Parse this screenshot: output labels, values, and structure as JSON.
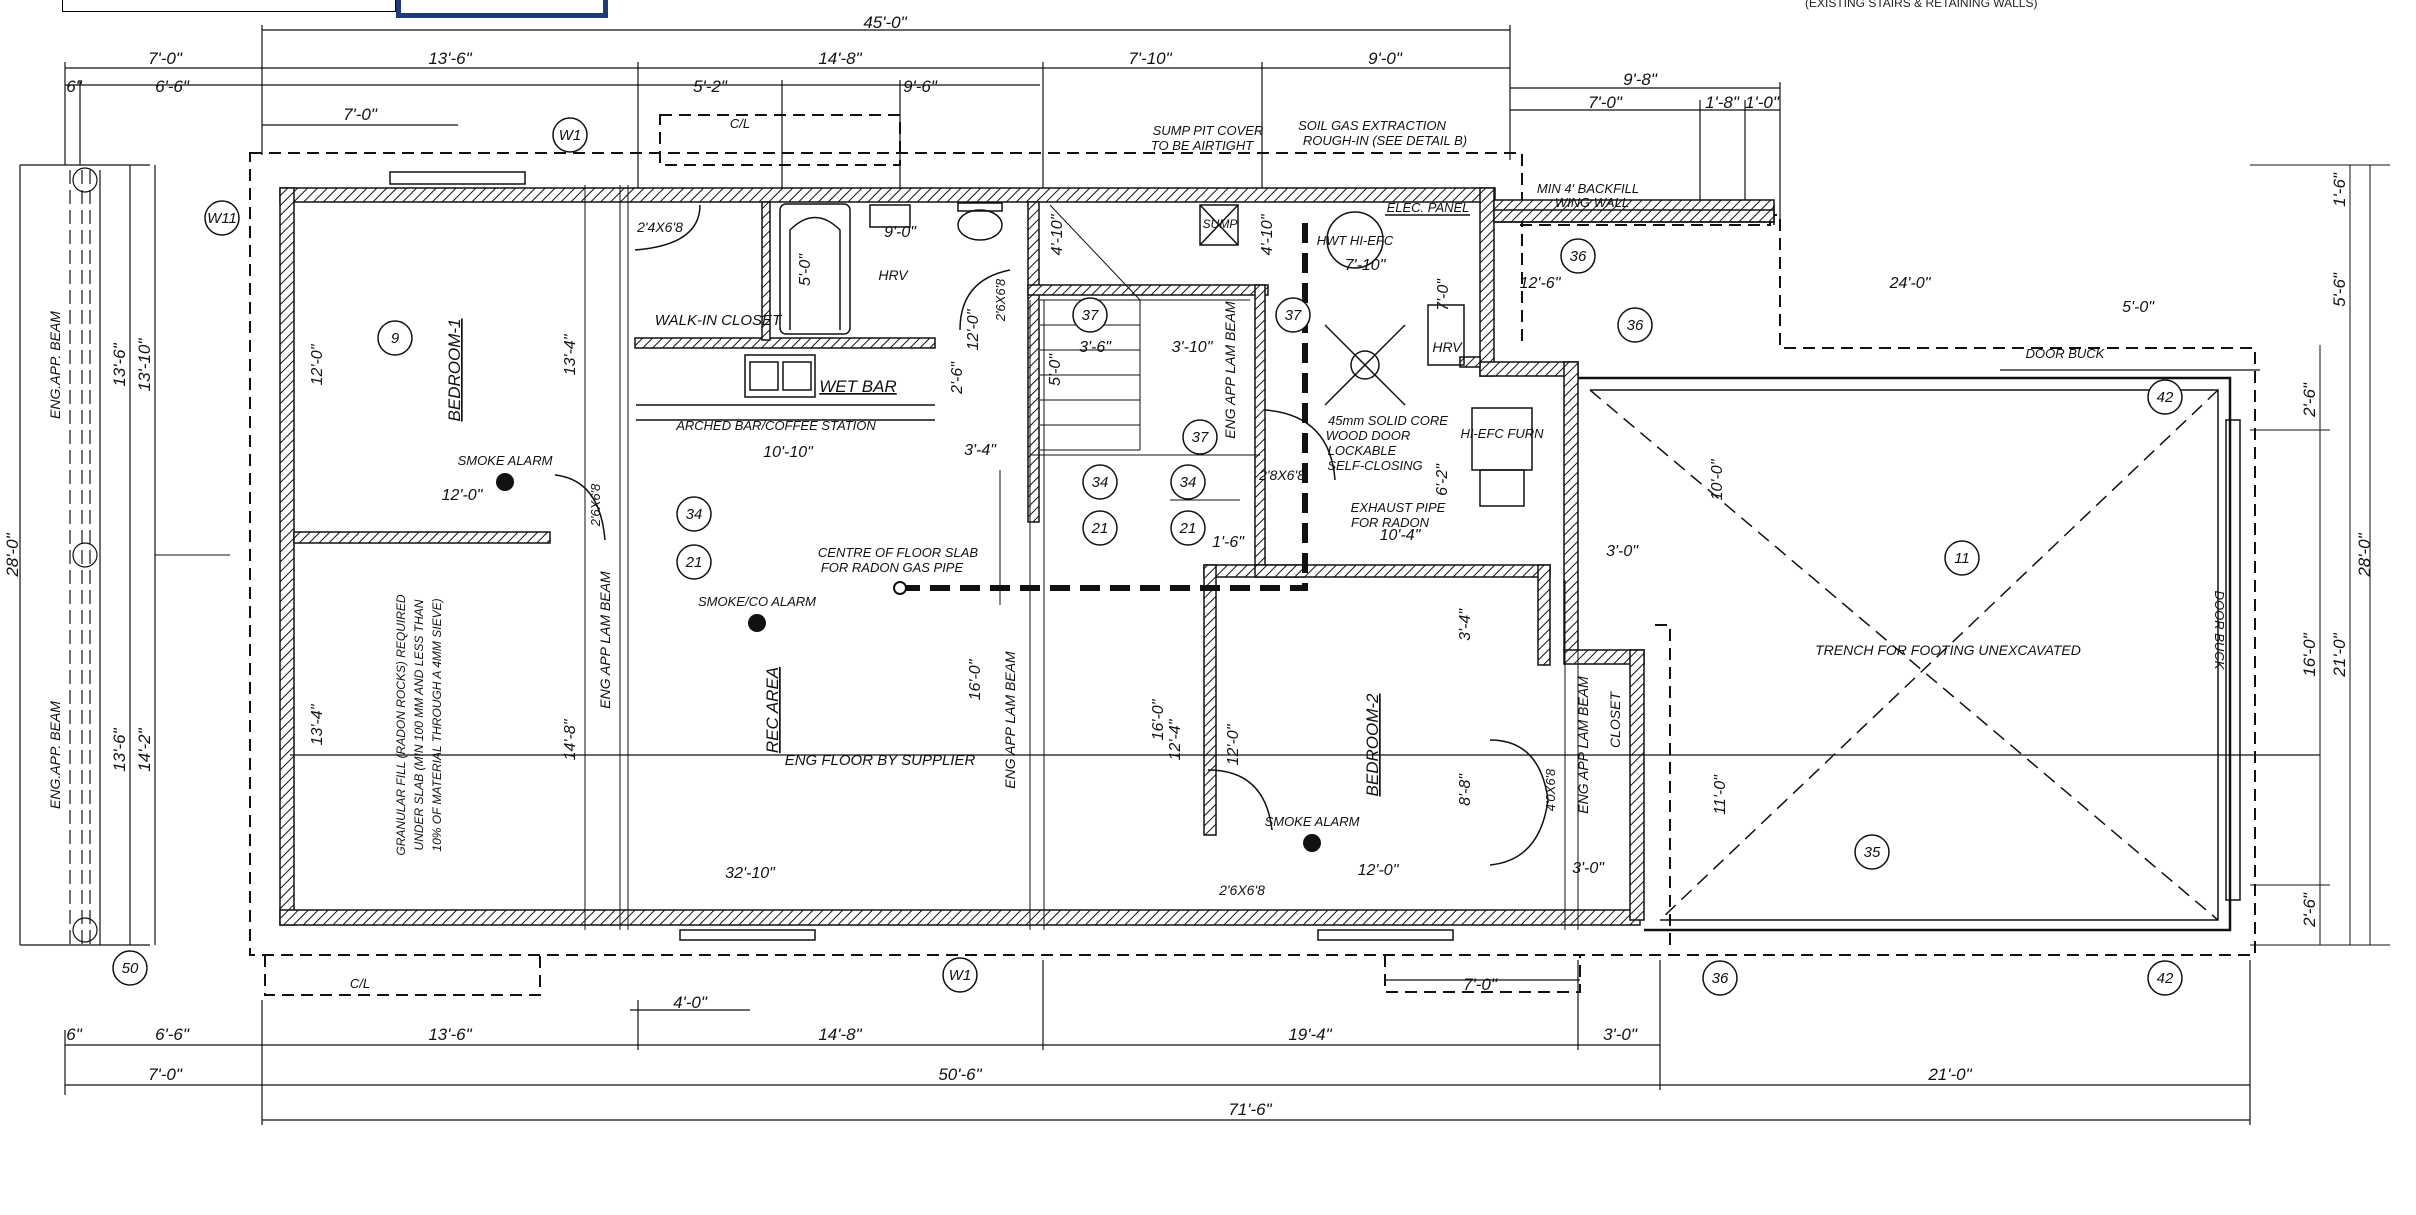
{
  "header": {
    "stamp_left": "",
    "stamp_right": "",
    "note_right": "(EXISTING STAIRS & RETAINING WALLS)"
  },
  "dimensions": {
    "top": {
      "overall": "45'-0\"",
      "row1": [
        "7'-0\"",
        "13'-6\"",
        "14'-8\"",
        "7'-10\"",
        "9'-0\""
      ],
      "row2": [
        "6\"",
        "6'-6\"",
        "5'-2\"",
        "9'-6\""
      ],
      "bedroom_top": "7'-0\"",
      "right_group": [
        "9'-8\"",
        "7'-0\"",
        "1'-8\"",
        "1'-0\""
      ]
    },
    "bottom": {
      "row1": [
        "6\"",
        "6'-6\"",
        "13'-6\"",
        "14'-8\"",
        "19'-4\"",
        "3'-0\""
      ],
      "row2": [
        "7'-0\"",
        "50'-6\"",
        "21'-0\""
      ],
      "overall": "71'-6\"",
      "misc": [
        "4'-0\"",
        "7'-0\""
      ]
    },
    "left": [
      "13'-6\"",
      "13'-10\"",
      "28'-0\"",
      "13'-6\"",
      "14'-2\""
    ],
    "right": [
      "1'-6\"",
      "5'-6\"",
      "2'-6\"",
      "16'-0\"",
      "21'-0\"",
      "28'-0\"",
      "2'-6\""
    ],
    "interior": [
      "12'-0\"",
      "13'-4\"",
      "12'-0\"",
      "13'-4\"",
      "14'-8\"",
      "10'-10\"",
      "3'-4\"",
      "16'-0\"",
      "16'-0\"",
      "12'-4\"",
      "32'-10\"",
      "12'-0\"",
      "12'-0\"",
      "8'-8\"",
      "3'-4\"",
      "6'-2\"",
      "10'-4\"",
      "1'-6\"",
      "4'-10\"",
      "4'-10\"",
      "7'-0\"",
      "7'-10\"",
      "5'-0\"",
      "12'-0\"",
      "2'-6\"",
      "5'-0\"",
      "3'-6\"",
      "3'-10\"",
      "9'-0\"",
      "12'-6\"",
      "24'-0\"",
      "5'-0\"",
      "3'-0\"",
      "10'-0\"",
      "11'-0\"",
      "3'-0\""
    ]
  },
  "rooms": {
    "bedroom1": "BEDROOM-1",
    "bedroom2": "BEDROOM-2",
    "rec_area": "REC AREA",
    "walk_in_closet": "WALK-IN CLOSET",
    "wet_bar": "WET BAR",
    "arched_bar": "ARCHED BAR/COFFEE STATION",
    "closet": "CLOSET",
    "hrv_small": "HRV",
    "hrv_mech": "HRV",
    "hwt": "HWT HI-EFC",
    "furnace": "HI-EFC FURN",
    "elec_panel": "ELEC. PANEL",
    "sump": "SUMP",
    "trench": "TRENCH FOR FOOTING UNEXCAVATED"
  },
  "notes": {
    "smoke_alarm_1": "SMOKE ALARM",
    "smoke_alarm_2": "SMOKE ALARM",
    "smoke_co_alarm": "SMOKE/CO ALARM",
    "centre_floor_slab_1": "CENTRE OF FLOOR SLAB",
    "centre_floor_slab_2": "FOR RADON GAS PIPE",
    "sump_cover_1": "SUMP PIT COVER",
    "sump_cover_2": "TO BE AIRTIGHT",
    "soil_gas_1": "SOIL GAS EXTRACTION",
    "soil_gas_2": "ROUGH-IN (SEE DETAIL B)",
    "door_1": "45mm SOLID CORE",
    "door_2": "WOOD DOOR",
    "door_3": "LOCKABLE",
    "door_4": "SELF-CLOSING",
    "exhaust_1": "EXHAUST PIPE",
    "exhaust_2": "FOR RADON",
    "backfill_1": "MIN 4' BACKFILL",
    "backfill_2": "WING WALL",
    "door_buck_top": "DOOR BUCK",
    "door_buck_side": "DOOR BUCK",
    "eng_floor": "ENG FLOOR BY SUPPLIER",
    "granular_1": "GRANULAR FILL (RADON ROCKS) REQUIRED",
    "granular_2": "UNDER SLAB (MIN 100 MM AND LESS THAN",
    "granular_3": "10% OF MATERIAL THROUGH A 4MM SIEVE)",
    "cl": "C/L",
    "eng_beam_1": "ENG.APP. BEAM",
    "eng_beam_2": "ENG.APP. BEAM",
    "lam_beam": "ENG APP LAM BEAM",
    "door_2x6": "2'4X6'8",
    "door_2x6_b": "2'6X6'8",
    "door_2x8": "2'8X6'8",
    "door_4x6": "4'0X6'8"
  },
  "tags": {
    "w1": "W1",
    "w11": "W11",
    "t9": "9",
    "t11": "11",
    "t21": "21",
    "t34": "34",
    "t35": "35",
    "t36": "36",
    "t37": "37",
    "t42": "42",
    "t50": "50"
  }
}
